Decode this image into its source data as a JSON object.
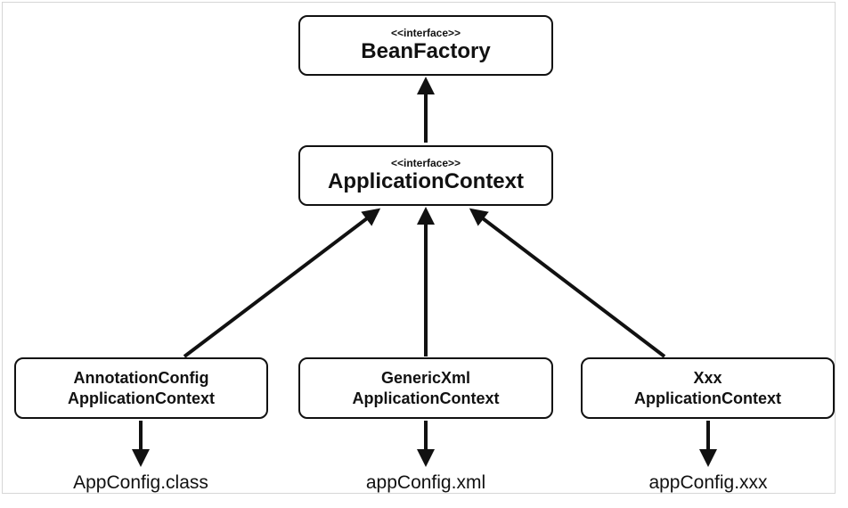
{
  "interfaces": [
    {
      "id": "bean-factory",
      "stereotype": "<<interface>>",
      "name": "BeanFactory"
    },
    {
      "id": "application-context",
      "stereotype": "<<interface>>",
      "name": "ApplicationContext"
    }
  ],
  "implementations": [
    {
      "line1": "AnnotationConfig",
      "line2": "ApplicationContext",
      "config_file": "AppConfig.class"
    },
    {
      "line1": "GenericXml",
      "line2": "ApplicationContext",
      "config_file": "appConfig.xml"
    },
    {
      "line1": "Xxx",
      "line2": "ApplicationContext",
      "config_file": "appConfig.xxx"
    }
  ],
  "edges": [
    {
      "from": "ApplicationContext",
      "to": "BeanFactory"
    },
    {
      "from": "AnnotationConfig ApplicationContext",
      "to": "ApplicationContext"
    },
    {
      "from": "GenericXml ApplicationContext",
      "to": "ApplicationContext"
    },
    {
      "from": "Xxx ApplicationContext",
      "to": "ApplicationContext"
    },
    {
      "from": "AnnotationConfig ApplicationContext",
      "to": "AppConfig.class"
    },
    {
      "from": "GenericXml ApplicationContext",
      "to": "appConfig.xml"
    },
    {
      "from": "Xxx ApplicationContext",
      "to": "appConfig.xxx"
    }
  ]
}
